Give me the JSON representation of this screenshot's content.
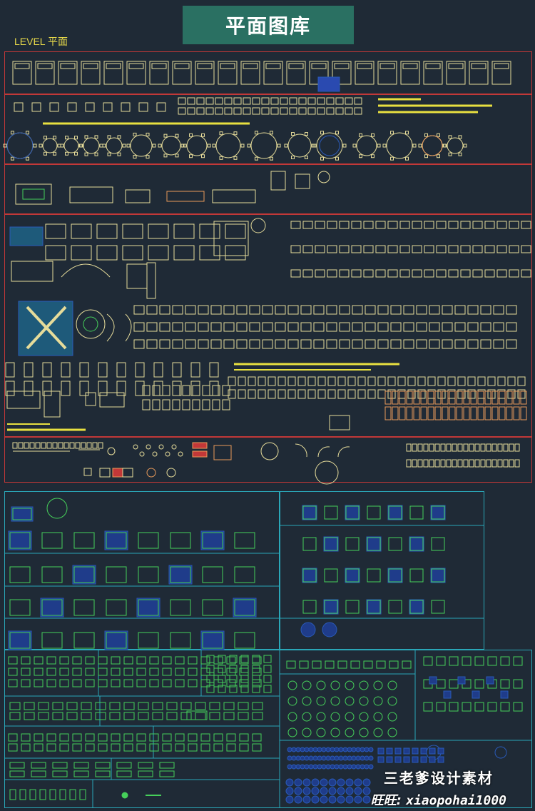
{
  "header": {
    "title": "平面图库"
  },
  "level_label": "LEVEL 平面",
  "watermark": {
    "brand": "三老爹设计素材",
    "wangwang_label": "旺旺:",
    "wangwang_id": "xiaopohai1000"
  },
  "colors": {
    "background": "#1f2a36",
    "banner": "#2a7062",
    "red_border": "#c23838",
    "cyan_border": "#2aa7b8",
    "yellow": "#e8e040",
    "lightyellow": "#e6dc9a",
    "green": "#46d05a",
    "blue": "#2a5ab8",
    "orange": "#e89a5a"
  },
  "sections": [
    {
      "name": "beds-row"
    },
    {
      "name": "dining-tables"
    },
    {
      "name": "conference-tables"
    },
    {
      "name": "sofas-and-seating"
    },
    {
      "name": "sanitary-and-misc"
    },
    {
      "name": "colored-living-bedroom-library"
    }
  ]
}
